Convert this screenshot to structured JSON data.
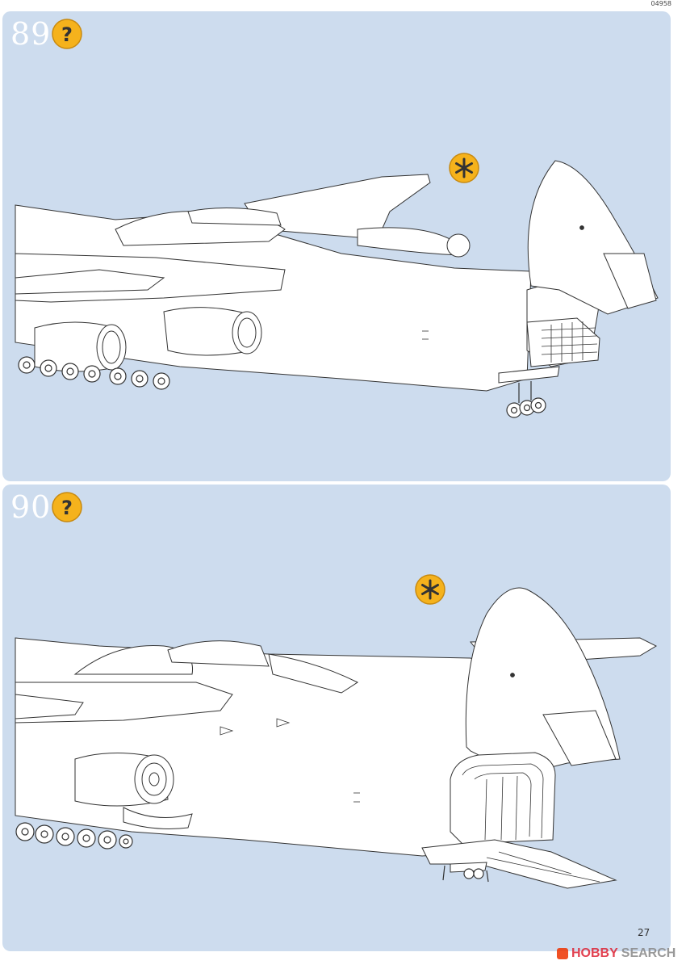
{
  "document_code": "04958",
  "steps": [
    {
      "number": "89"
    },
    {
      "number": "90"
    }
  ],
  "icons": {
    "help": "question-mark-icon",
    "glue": "asterisk-icon"
  },
  "colors": {
    "panel_bg": "#cddcee",
    "badge_yellow": "#f5b21c"
  },
  "page_number": "27",
  "watermark": {
    "brand": "HOBBY",
    "suffix": "SEARCH"
  }
}
